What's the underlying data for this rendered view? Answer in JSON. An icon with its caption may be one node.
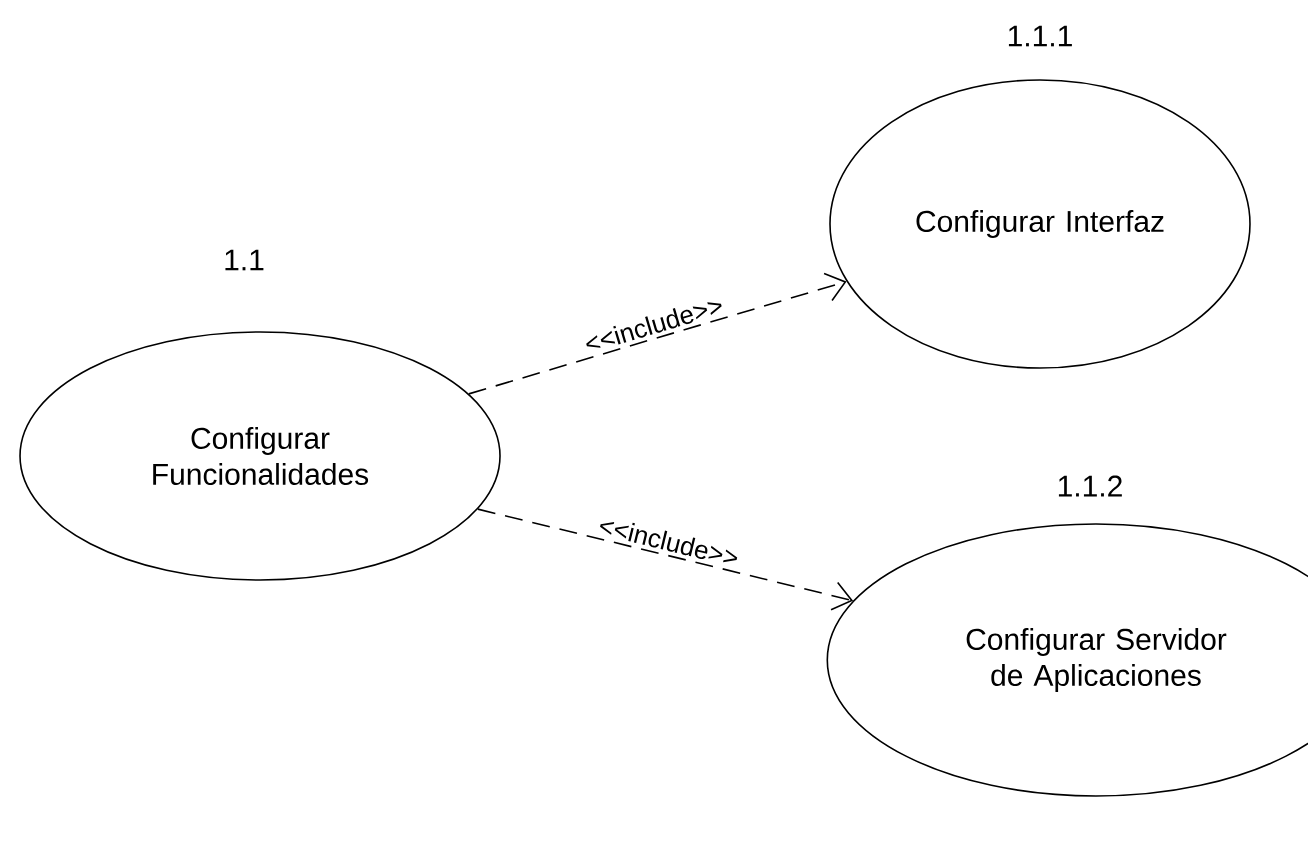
{
  "diagram": {
    "nodes": [
      {
        "text": [
          "Configurar Funcionalidades"
        ],
        "beside": [
          "1.1"
        ]
      },
      {
        "text": [
          "Configurar Interfaz"
        ],
        "beside": [
          "1.1.1"
        ]
      },
      {
        "text": [
          "Configurar Servidor de Aplicaciones"
        ],
        "beside": [
          "1.1.2"
        ]
      }
    ],
    "edges": [
      {
        "from": 0,
        "to": 1,
        "arrow": "to",
        "label": "<<include>>",
        "style": "dashed"
      },
      {
        "from": 0,
        "to": 2,
        "arrow": "to",
        "label": "<<include>>",
        "style": "dashed"
      }
    ]
  }
}
